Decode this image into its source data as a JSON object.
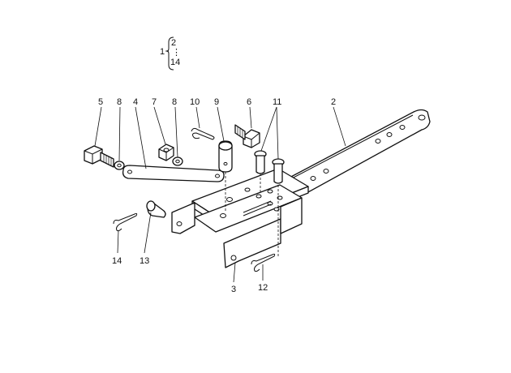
{
  "key": {
    "assembly": "1",
    "range_start": "2",
    "range_end": "14",
    "ellipsis": "⋮"
  },
  "callouts": {
    "c2": "2",
    "c3": "3",
    "c4": "4",
    "c5": "5",
    "c6": "6",
    "c7": "7",
    "c8a": "8",
    "c8b": "8",
    "c9": "9",
    "c10": "10",
    "c11": "11",
    "c12": "12",
    "c13": "13",
    "c14": "14"
  }
}
